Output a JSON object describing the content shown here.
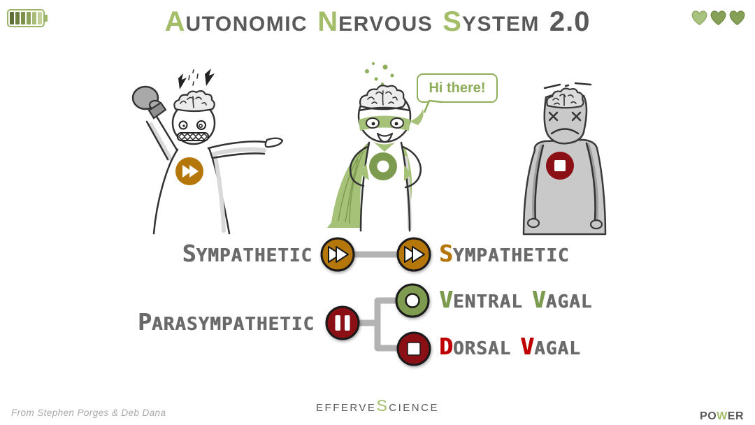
{
  "colors": {
    "green": "#a3bd69",
    "olive": "#7d9b4e",
    "heroGreen": "#a6c178",
    "heroGreenDeep": "#8fae5c",
    "orange": "#b57709",
    "red": "#8b1015",
    "brightRed": "#c00000",
    "gray": "#595959",
    "labelGray": "#6a6a6a",
    "line": "#b3b3b3",
    "ink": "#333333",
    "bodyGray": "#c9c9c9",
    "shade": "#d9d9d9",
    "battBorder": "#9db46b"
  },
  "header": {
    "battery": {
      "segment_colors": [
        "#5e6f38",
        "#6d7f41",
        "#7d914b",
        "#8da35a",
        "#a9bc78",
        "#c3d29b"
      ]
    },
    "title_words": [
      {
        "first": "A",
        "rest": "UTONOMIC",
        "fc": "#a3bd69",
        "rc": "#595959"
      },
      {
        "first": "N",
        "rest": "ERVOUS",
        "fc": "#a3bd69",
        "rc": "#595959"
      },
      {
        "first": "S",
        "rest": "YSTEM",
        "fc": "#a3bd69",
        "rc": "#595959"
      },
      {
        "first": "2.0",
        "rest": "",
        "fc": "#595959",
        "rc": "#595959"
      }
    ],
    "hearts": [
      {
        "color": "#a9c27f",
        "edge": "#8aa35d"
      },
      {
        "color": "#87a057",
        "edge": "#6f8a44"
      },
      {
        "color": "#87a057",
        "edge": "#6f8a44"
      }
    ]
  },
  "characters": {
    "fight": {
      "badge": "fast-forward"
    },
    "hero": {
      "badge": "ring",
      "speech": "Hi there!"
    },
    "shutdown": {
      "badge": "stop"
    }
  },
  "diagram": {
    "labels": {
      "sympathetic_left": [
        {
          "first": "S",
          "rest": "YMPATHETIC",
          "fc": "#6a6a6a",
          "rc": "#6a6a6a"
        }
      ],
      "sympathetic_right": [
        {
          "first": "S",
          "rest": "YMPATHETIC",
          "fc": "#b57709",
          "rc": "#6a6a6a"
        }
      ],
      "parasympathetic": [
        {
          "first": "P",
          "rest": "ARASYMPATHETIC",
          "fc": "#6a6a6a",
          "rc": "#6a6a6a"
        }
      ],
      "ventral_vagal": [
        {
          "first": "V",
          "rest": "ENTRAL",
          "fc": "#7d9b4e",
          "rc": "#6a6a6a"
        },
        {
          "first": "V",
          "rest": "AGAL",
          "fc": "#7d9b4e",
          "rc": "#6a6a6a"
        }
      ],
      "dorsal_vagal": [
        {
          "first": "D",
          "rest": "ORSAL",
          "fc": "#c00000",
          "rc": "#6a6a6a"
        },
        {
          "first": "V",
          "rest": "AGAL",
          "fc": "#c00000",
          "rc": "#6a6a6a"
        }
      ]
    },
    "nodes": [
      {
        "icon": "fast-forward",
        "color": "#b57709"
      },
      {
        "icon": "fast-forward",
        "color": "#b57709"
      },
      {
        "icon": "pause",
        "color": "#8b1015"
      },
      {
        "icon": "ring",
        "color": "#7f9b4f"
      },
      {
        "icon": "stop",
        "color": "#8b1015"
      }
    ]
  },
  "footer": {
    "credit": "From Stephen Porges & Deb Dana",
    "brand_segments": [
      {
        "t": "EFFERVE",
        "c": "#595959",
        "s": 15
      },
      {
        "t": "S",
        "c": "#a3bd69",
        "s": 23
      },
      {
        "t": "CIENCE",
        "c": "#595959",
        "s": 15
      }
    ],
    "power_segments": [
      {
        "t": "PO",
        "c": "#58595b"
      },
      {
        "t": "W",
        "c": "#a3bd69"
      },
      {
        "t": "ER",
        "c": "#58595b"
      }
    ]
  }
}
